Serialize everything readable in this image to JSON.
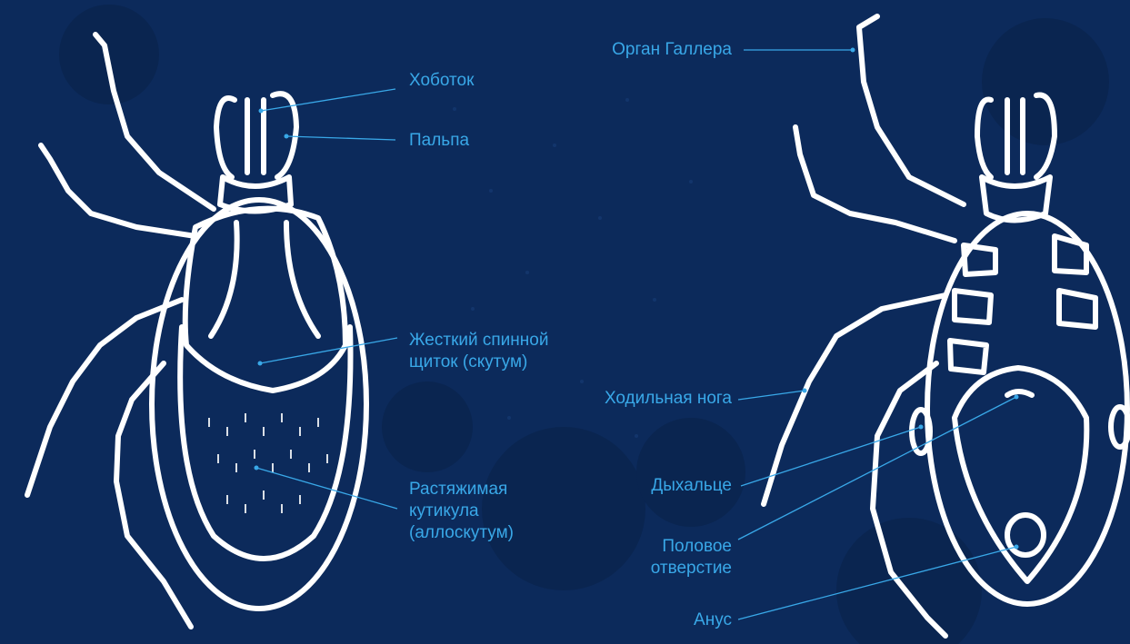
{
  "colors": {
    "background": "#0c2a5b",
    "label": "#39a8e8",
    "leader_line": "#39a8e8",
    "drawing": "#ffffff"
  },
  "figures": [
    {
      "view": "dorsal",
      "labels": {
        "proboscis": "Хоботок",
        "palp": "Пальпа",
        "scutum_line1": "Жесткий спинной",
        "scutum_line2": "щиток (скутум)",
        "cuticle_line1": "Растяжимая",
        "cuticle_line2": "кутикула",
        "cuticle_line3": "(аллоскутум)"
      }
    },
    {
      "view": "ventral",
      "labels": {
        "haller": "Орган Галлера",
        "leg": "Ходильная нога",
        "spiracle": "Дыхальце",
        "genital_line1": "Половое",
        "genital_line2": "отверстие",
        "anus": "Анус"
      }
    }
  ]
}
